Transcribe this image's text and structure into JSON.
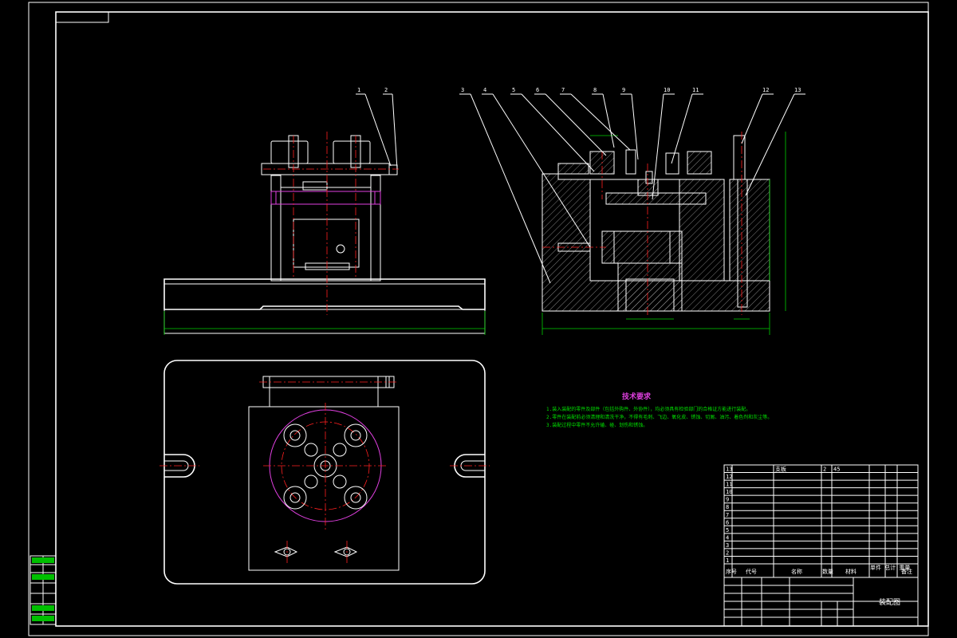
{
  "balloons_left": [
    "1",
    "2"
  ],
  "balloons_right": [
    "3",
    "4",
    "5",
    "6",
    "7",
    "8",
    "9",
    "10",
    "11",
    "12",
    "13"
  ],
  "tech": {
    "title": "技术要求",
    "items": [
      "1.装入装配的零件及部件（包括外购件、外协件），均必须具有检验部门的合格证方能进行装配。",
      "2.零件在装配前必须清理和清洗干净，不得有毛刺、飞边、氧化皮、锈蚀、切屑、油污、着色剂和灰尘等。",
      "3.装配过程中零件不允许磕、碰、划伤和锈蚀。"
    ]
  },
  "bom": {
    "rows": [
      {
        "no": "13",
        "code": "",
        "name": "支板",
        "qty": "2",
        "mat": "45",
        "note": ""
      },
      {
        "no": "12",
        "code": "",
        "name": "",
        "qty": "",
        "mat": "",
        "note": ""
      },
      {
        "no": "11",
        "code": "",
        "name": "",
        "qty": "",
        "mat": "",
        "note": ""
      },
      {
        "no": "10",
        "code": "",
        "name": "",
        "qty": "",
        "mat": "",
        "note": ""
      },
      {
        "no": "9",
        "code": "",
        "name": "",
        "qty": "",
        "mat": "",
        "note": ""
      },
      {
        "no": "8",
        "code": "",
        "name": "",
        "qty": "",
        "mat": "",
        "note": ""
      },
      {
        "no": "7",
        "code": "",
        "name": "",
        "qty": "",
        "mat": "",
        "note": ""
      },
      {
        "no": "6",
        "code": "",
        "name": "",
        "qty": "",
        "mat": "",
        "note": ""
      },
      {
        "no": "5",
        "code": "",
        "name": "",
        "qty": "",
        "mat": "",
        "note": ""
      },
      {
        "no": "4",
        "code": "",
        "name": "",
        "qty": "",
        "mat": "",
        "note": ""
      },
      {
        "no": "3",
        "code": "",
        "name": "",
        "qty": "",
        "mat": "",
        "note": ""
      },
      {
        "no": "2",
        "code": "",
        "name": "",
        "qty": "",
        "mat": "",
        "note": ""
      },
      {
        "no": "1",
        "code": "",
        "name": "",
        "qty": "",
        "mat": "",
        "note": ""
      }
    ],
    "header": {
      "no": "序号",
      "code": "代号",
      "name": "名称",
      "qty": "数量",
      "mat": "材料",
      "weight": "单件 总计 重量",
      "note": "备注"
    }
  },
  "title_block": {
    "drawing_name": "装配图"
  },
  "colors": {
    "outline": "#ffffff",
    "center": "#ff2020",
    "dimension": "#00d000",
    "highlight": "#e040e0"
  }
}
